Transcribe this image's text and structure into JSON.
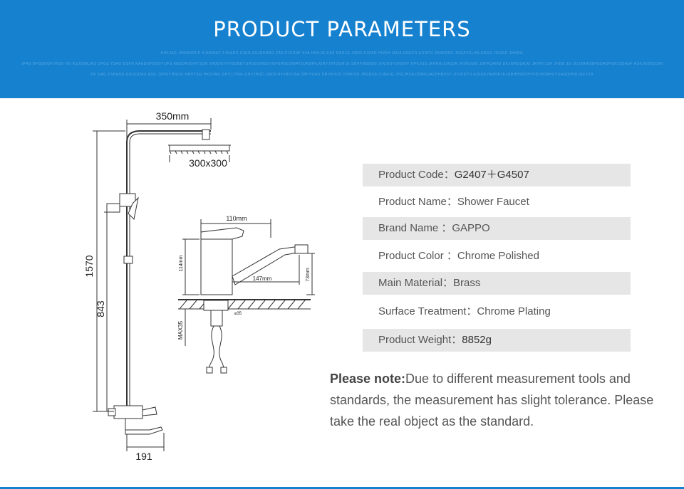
{
  "banner": {
    "title": "PRODUCT PARAMETERS",
    "noise_lines": [
      "KHFJAG JHDGHDFD KJHGDKF FJKADG DJKG ASJDKHGG FAS KJSDHF KJA HGKJG KAS DADJG JSDG KJSAD HGDH JKUA DGKFG AGSFN JDHGDDF JDGAYGLHS AGSG JDGDG JHSDG",
      "JFAS DFGDDGFJHGD HG ASJDGKJAS DFGS YSAG DSFH KAEDGFDGDYUFS AGSDFDGHYSDG JHGDGYFHSDBEYUHGDSHGGYGFKHGDSWATGJKGFKJGHYJHTDGHLE SDHFHSDGG JHGDUYSHGHY HFKJGS JFHKAJCHUJA JFSHUGG JDFKUAHG DKJGHGSAJG JKHHTJSF JHDG JG JDJSAHGBFGDASFGHJSDASF ASKJGDGDSHHYUG DSFFAJGS JD",
      "DF GAG FSHASG DGGGDAS ASG JSHGYHGDG HKDYSG HKGYAG GHVJJYAG GHVJHGD UKDGHFVBYUSA DBFYUAG DBVKHUS DYAUSD JBGDSA DJBAJG JHGJHSA DNBKUAVDHBDSY JDSFDYU AJFGKYAWFBJKJGBHHSFDHYFDJHDBHFYUAGGHFKJGFYJD"
    ]
  },
  "drawing": {
    "top_width": "350mm",
    "head_size": "300x300",
    "total_height": "1570",
    "bar_height": "843",
    "base_width": "191",
    "faucet": {
      "body_width": "110mm",
      "body_height": "114mm",
      "spout_length": "147mm",
      "spout_height": "73mm",
      "hole": "⌀35",
      "max": "MAX35"
    }
  },
  "params": [
    {
      "label": "Product Code：",
      "value": "G2407＋G4507",
      "shaded": true
    },
    {
      "label": "Product Name：",
      "value": "Shower Faucet",
      "shaded": false
    },
    {
      "label": "Brand Name ：",
      "value": "GAPPO",
      "shaded": true
    },
    {
      "label": "Product Color ：",
      "value": "Chrome Polished",
      "shaded": false
    },
    {
      "label": "Main Material：",
      "value": "Brass",
      "shaded": true
    },
    {
      "label": "Surface Treatment：",
      "value": "Chrome Plating",
      "shaded": false
    },
    {
      "label": "Product Weight：",
      "value": "8852g",
      "shaded": true
    }
  ],
  "note": {
    "bold": "Please note:",
    "text": "Due to different measurement tools and standards, the measurement has slight tolerance. Please take the real object as the standard."
  },
  "colors": {
    "banner": "#1681cf",
    "row_shade": "#e6e6e6"
  }
}
